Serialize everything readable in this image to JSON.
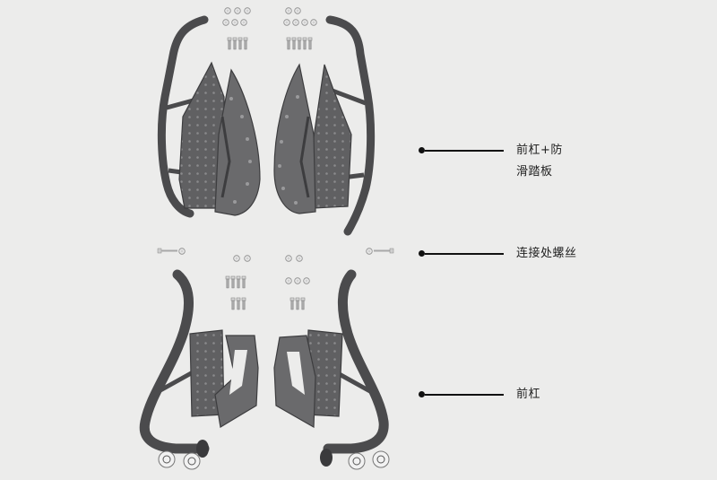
{
  "labels": {
    "upper": {
      "line1": "前杠+防",
      "line2": "滑踏板"
    },
    "middle": {
      "line1": "连接处螺丝"
    },
    "lower": {
      "line1": "前杠"
    }
  },
  "colors": {
    "background": "#ececeb",
    "metal": "#5a5a5c",
    "metal_dark": "#3a3a3c",
    "bolt": "#bdbdbd",
    "line": "#111111"
  }
}
